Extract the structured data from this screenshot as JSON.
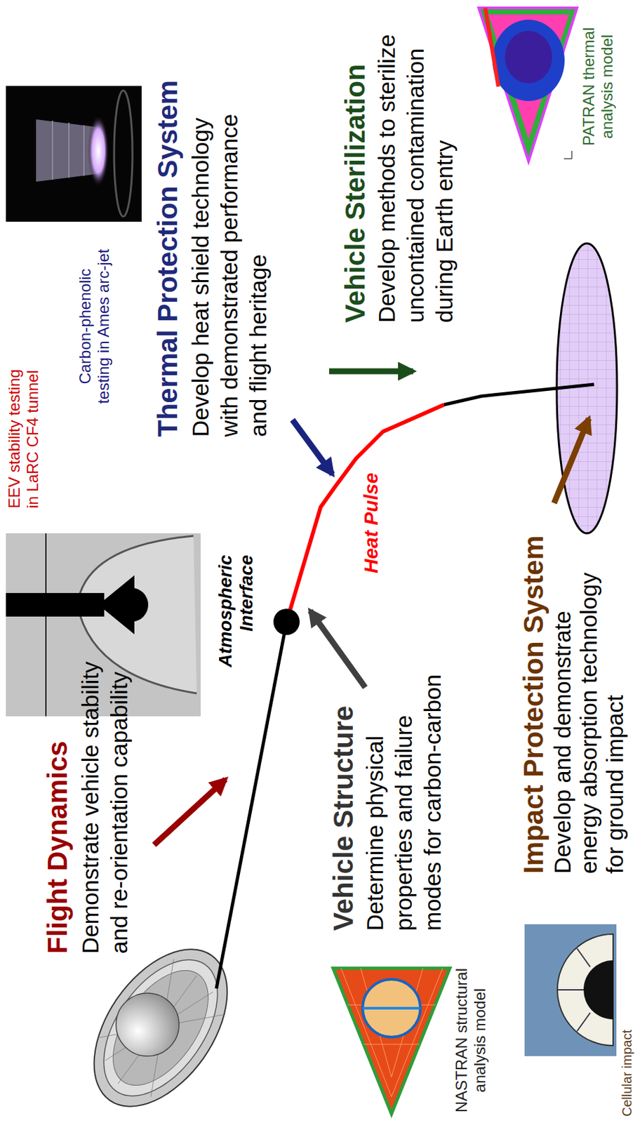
{
  "diagram": {
    "labels": [
      "Flight Dynamics",
      "Demonstrate vehicle stability and re-orientation capability",
      "EEV stability testing in LaRC CF4 tunnel",
      "Carbon-phenolic testing in Ames arc-jet",
      "Thermal Protection System",
      "Develop heat shield technology with demonstrated performance and flight heritage",
      "Atmospheric Interface",
      "Heat Pulse",
      "Vehicle Structure",
      "Determine physical properties and failure modes for carbon-carbon",
      "NASTRAN structural analysis model",
      "Vehicle Sterilization",
      "Develop methods to sterilize uncontained contamination during Earth entry",
      "PATRAN thermal analysis model",
      "Impact Protection System",
      "Develop and demonstrate energy absorption technology for ground impact",
      "Cellular impact"
    ]
  }
}
